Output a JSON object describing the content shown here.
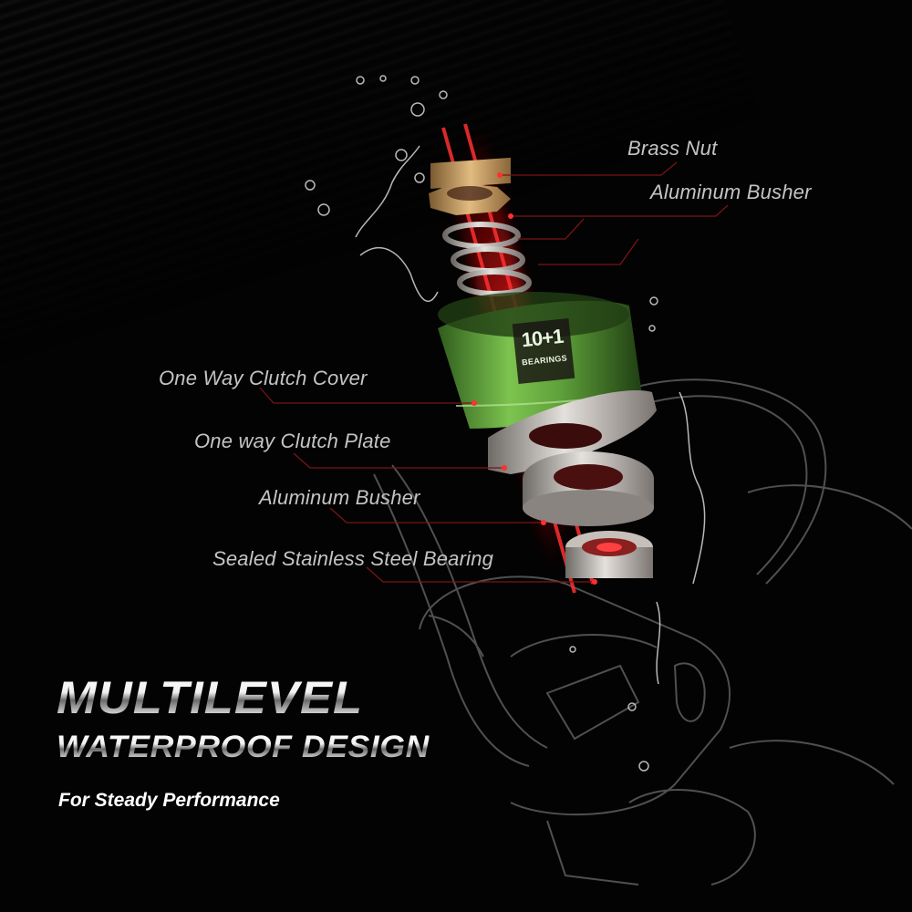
{
  "callouts": [
    {
      "id": "brass-nut",
      "label": "Brass Nut"
    },
    {
      "id": "aluminum-busher-top",
      "label": "Aluminum Busher"
    },
    {
      "id": "one-way-clutch-cover",
      "label": "One Way Clutch Cover"
    },
    {
      "id": "one-way-clutch-plate",
      "label": "One way Clutch Plate"
    },
    {
      "id": "aluminum-busher-bottom",
      "label": "Aluminum Busher"
    },
    {
      "id": "sealed-bearing",
      "label": "Sealed Stainless Steel Bearing"
    }
  ],
  "badge": {
    "number": "10+1",
    "label": "BEARINGS"
  },
  "headline": {
    "line1": "MULTILEVEL",
    "line2": "WATERPROOF DESIGN",
    "tagline": "For Steady Performance"
  },
  "colors": {
    "background": "#030303",
    "callout_text": "#c4c4c4",
    "leader_line": "#7a1414",
    "laser_red": "#ff1a1a",
    "clutch_green": "#5fa03a",
    "brass": "#c49a5c",
    "steel": "#b8b2ac"
  }
}
